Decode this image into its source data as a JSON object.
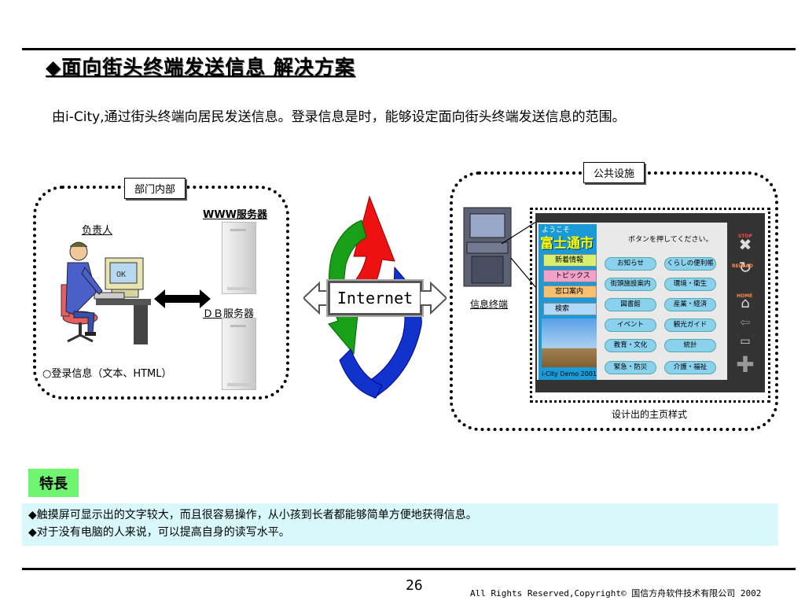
{
  "title": "◆面向街头终端发送信息 解决方案",
  "subtitle": "由i-City,通过街头终端向居民发送信息。登录信息是时，能够设定面向街头终端发送信息的范围。",
  "left_panel": {
    "label": "部门内部",
    "person_label": "负责人",
    "www_server_label": "WWW服务器",
    "db_server_label": "ＤＢ服务器",
    "login_info": "○登录信息（文本、HTML）"
  },
  "center": {
    "internet_label": "Internet"
  },
  "right_panel": {
    "label": "公共设施",
    "terminal_label": "信息终端",
    "homepage_caption": "设计出的主页样式",
    "screen": {
      "welcome": "ようこそ",
      "city_name": "富士通市",
      "prompt": "ボタンを押してください。",
      "menu_items": [
        "新着情報",
        "トピックス",
        "窓口案内",
        "検索"
      ],
      "buttons_col1": [
        "お知らせ",
        "街頭施設案内",
        "図書館",
        "イベント",
        "教育・文化",
        "緊急・防災"
      ],
      "buttons_col2": [
        "くらしの便利帳",
        "環境・衛生",
        "産業・経済",
        "観光ガイド",
        "統計",
        "介護・福祉"
      ],
      "demo_label": "i-City Demo 2001",
      "side_labels": [
        "STOP",
        "RELOAD",
        "HOME"
      ]
    }
  },
  "features": {
    "tag": "特長",
    "lines": [
      "◆触摸屏可显示出的文字较大，而且很容易操作，从小孩到长者都能够简单方便地获得信息。",
      "◆对于没有电脑的人来说，可以提高自身的读写水平。"
    ]
  },
  "footer": {
    "page_number": "26",
    "copyright": "All Rights Reserved,Copyright© 国信方舟软件技术有限公司 2002"
  }
}
